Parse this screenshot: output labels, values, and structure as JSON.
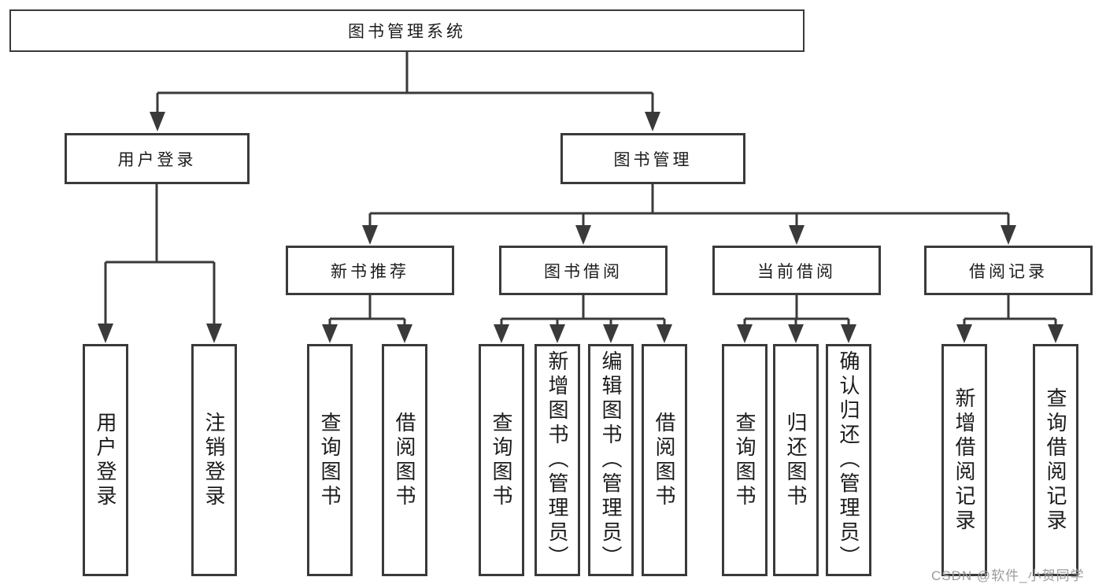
{
  "diagram": {
    "root": {
      "label": "图书管理系统"
    },
    "branches": [
      {
        "label": "用户登录",
        "children": [
          {
            "label": "用户登录"
          },
          {
            "label": "注销登录"
          }
        ]
      },
      {
        "label": "图书管理",
        "children": [
          {
            "label": "新书推荐",
            "children": [
              {
                "label": "查询图书"
              },
              {
                "label": "借阅图书"
              }
            ]
          },
          {
            "label": "图书借阅",
            "children": [
              {
                "label": "查询图书"
              },
              {
                "label": "新增图书（管理员）"
              },
              {
                "label": "编辑图书（管理员）"
              },
              {
                "label": "借阅图书"
              }
            ]
          },
          {
            "label": "当前借阅",
            "children": [
              {
                "label": "查询图书"
              },
              {
                "label": "归还图书"
              },
              {
                "label": "确认归还（管理员）"
              }
            ]
          },
          {
            "label": "借阅记录",
            "children": [
              {
                "label": "新增借阅记录"
              },
              {
                "label": "查询借阅记录"
              }
            ]
          }
        ]
      }
    ]
  },
  "watermark": {
    "text": "CSDN @软件_小贺同学"
  },
  "colors": {
    "line": "#3a3a3a",
    "box_border": "#3a3a3a",
    "text": "#1c1c1c",
    "background": "#ffffff",
    "watermark": "#9c9c9c"
  }
}
